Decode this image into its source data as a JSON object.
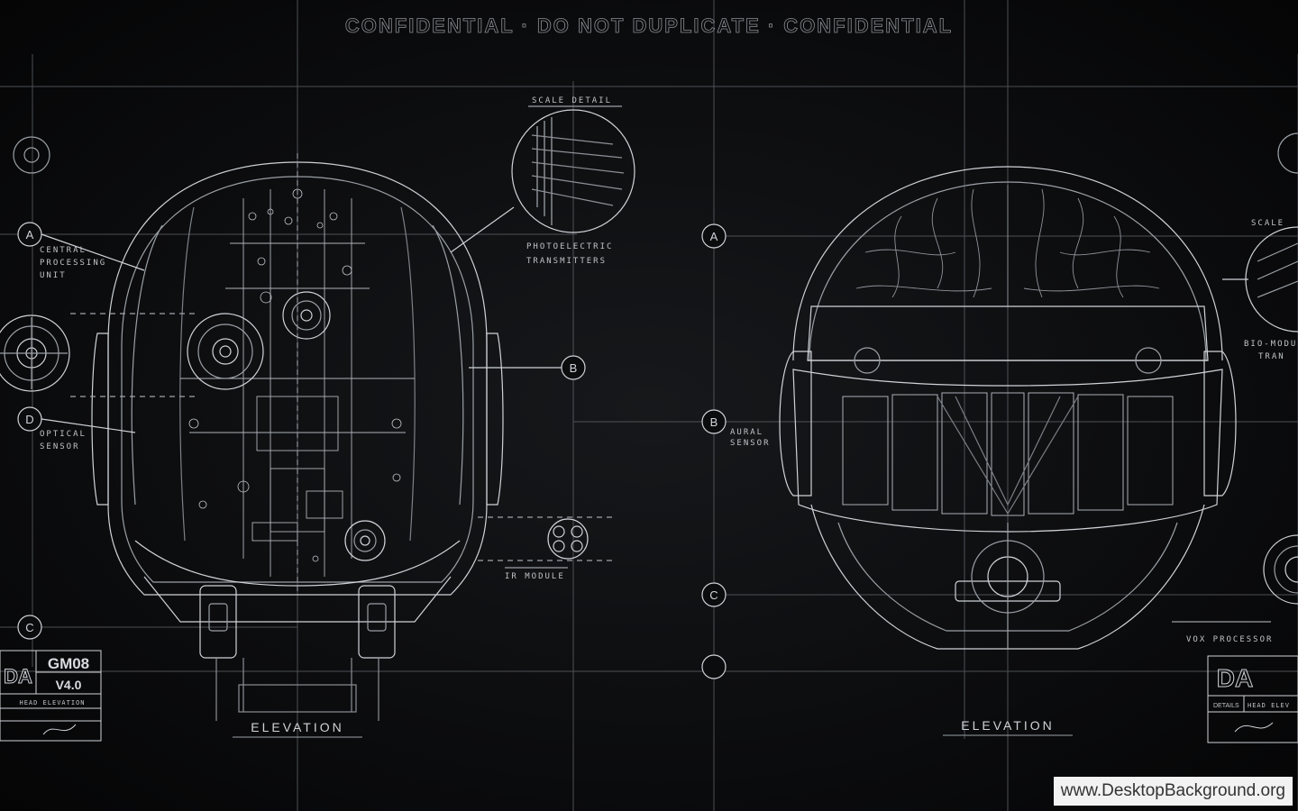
{
  "header": {
    "banner": "CONFIDENTIAL · DO NOT DUPLICATE · CONFIDENTIAL"
  },
  "left_drawing": {
    "callouts": {
      "a": "A",
      "b": "B",
      "c": "C",
      "d": "D",
      "central_processing_unit": [
        "CENTRAL",
        "PROCESSING",
        "UNIT"
      ],
      "optical_sensor": [
        "OPTICAL",
        "SENSOR"
      ],
      "scale_detail": "SCALE DETAIL",
      "photoelectric_transmitters": [
        "PHOTOELECTRIC",
        "TRANSMITTERS"
      ],
      "ir_module": "IR MODULE"
    },
    "elevation_label": "ELEVATION",
    "title_block": {
      "model": "GM08",
      "version": "V4.0",
      "details": "HEAD ELEVATION",
      "logo_text": "DA"
    }
  },
  "right_drawing": {
    "callouts": {
      "a": "A",
      "b": "B",
      "c": "C",
      "aural_sensor": [
        "AURAL",
        "SENSOR"
      ],
      "scale_detail_partial": "SCALE",
      "bio_module_partial": [
        "BIO-MODU",
        "TRAN"
      ],
      "vox_processor": "VOX PROCESSOR"
    },
    "elevation_label": "ELEVATION",
    "title_block": {
      "details": "DETAILS",
      "details_value": "HEAD ELEV",
      "logo_text": "DA"
    }
  },
  "watermark": "www.DesktopBackground.org",
  "colors": {
    "background": "#0b0c0e",
    "line": "#c9ccd0",
    "faint_line": "#6a6e74"
  }
}
